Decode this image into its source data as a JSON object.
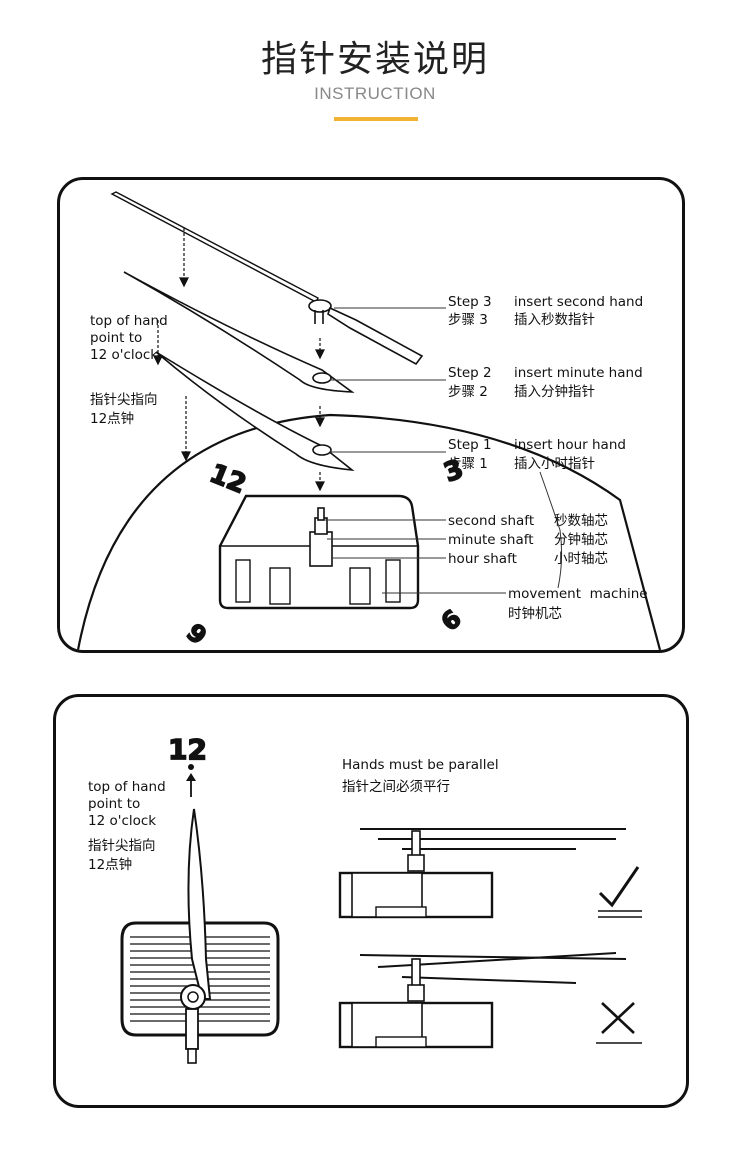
{
  "header": {
    "title": "指针安装说明",
    "subtitle": "INSTRUCTION",
    "accent_color": "#f2b233"
  },
  "panel1": {
    "top_note": {
      "line1": "top of hand",
      "line2": "point to",
      "line3": "12 o'clock",
      "cn_line1": "指针尖指向",
      "cn_line2": "12点钟"
    },
    "steps": [
      {
        "step": "Step 3",
        "action": "insert second hand",
        "step_cn": "步骤 3",
        "action_cn": "插入秒数指针"
      },
      {
        "step": "Step 2",
        "action": "insert minute hand",
        "step_cn": "步骤 2",
        "action_cn": "插入分钟指针"
      },
      {
        "step": "Step 1",
        "action": "insert hour hand",
        "step_cn": "步骤 1",
        "action_cn": "插入小时指针"
      }
    ],
    "shafts": [
      {
        "en": "second shaft",
        "cn": "秒数轴芯"
      },
      {
        "en": "minute shaft",
        "cn": "分钟轴芯"
      },
      {
        "en": "hour shaft",
        "cn": "小时轴芯"
      }
    ],
    "movement": {
      "en": "movement  machine",
      "cn": "时钟机芯"
    },
    "dial_numbers": {
      "n12": "12",
      "n3": "3",
      "n9": "9",
      "n6": "6"
    }
  },
  "panel2": {
    "dial_12": "12",
    "top_note": {
      "line1": "top of hand",
      "line2": "point to",
      "line3": "12 o'clock",
      "cn_line1": "指针尖指向",
      "cn_line2": "12点钟"
    },
    "parallel": {
      "en": "Hands must be parallel",
      "cn": "指针之间必须平行"
    },
    "correct_icon": "checkmark-icon",
    "wrong_icon": "x-mark-icon"
  }
}
